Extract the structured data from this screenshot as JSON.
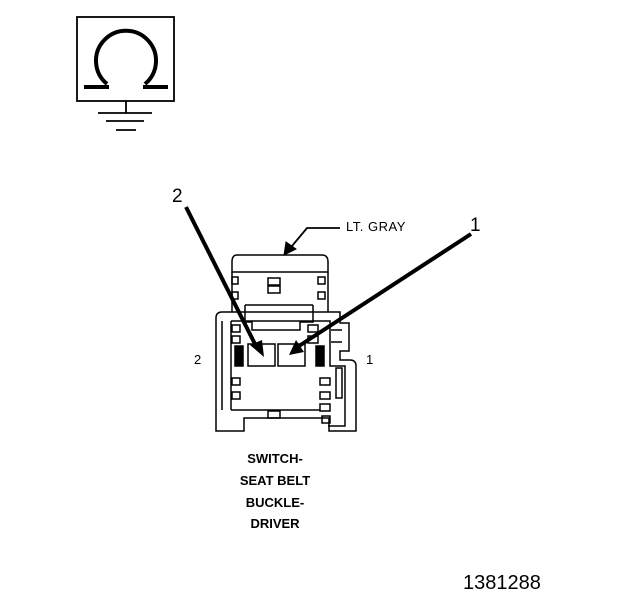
{
  "symbol": {
    "icon": "ohmmeter-ground-icon",
    "glyph": "Ω"
  },
  "connector": {
    "color_label": "LT. GRAY",
    "callouts": [
      {
        "id": "callout-2",
        "label": "2"
      },
      {
        "id": "callout-1",
        "label": "1"
      }
    ],
    "pins": [
      {
        "id": "pin-2",
        "label": "2"
      },
      {
        "id": "pin-1",
        "label": "1"
      }
    ],
    "caption_lines": [
      "SWITCH-",
      "SEAT BELT",
      "BUCKLE-",
      "DRIVER"
    ]
  },
  "figure_number": "1381288"
}
